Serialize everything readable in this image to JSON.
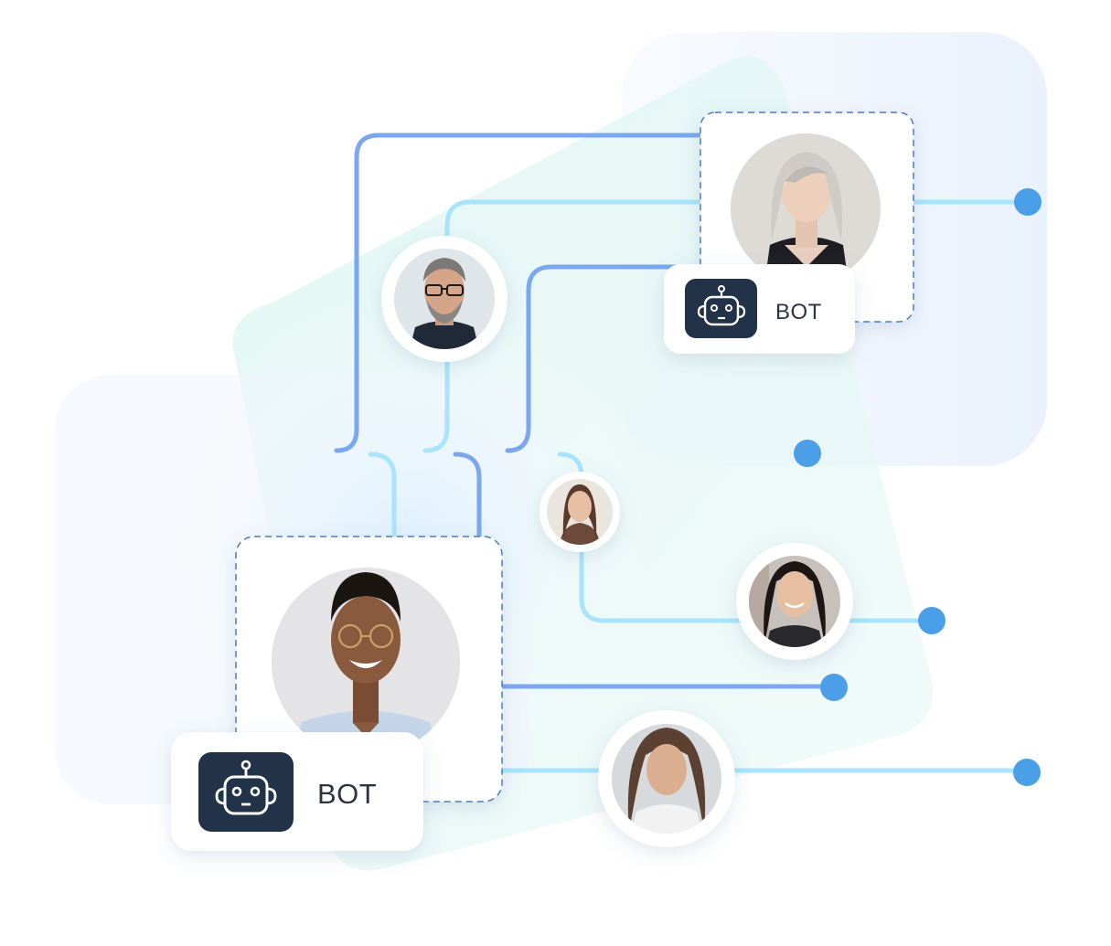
{
  "colors": {
    "line_blue": "#7aa7f0",
    "line_cyan": "#a8e4fb",
    "dot_blue": "#4a9fe8",
    "bot_tile": "#213249",
    "label_text": "#2c3442"
  },
  "cards": [
    {
      "name": "bot-card-top",
      "label": "BOT",
      "icon": "robot-icon"
    },
    {
      "name": "bot-card-bottom",
      "label": "BOT",
      "icon": "robot-icon"
    }
  ],
  "avatars": [
    {
      "name": "avatar-woman-silver-hair"
    },
    {
      "name": "avatar-man-glasses-gray-beard"
    },
    {
      "name": "avatar-woman-brown-hair-small"
    },
    {
      "name": "avatar-woman-black-hair"
    },
    {
      "name": "avatar-man-round-glasses"
    },
    {
      "name": "avatar-woman-long-brown-hair"
    }
  ],
  "endpoints": [
    {
      "name": "endpoint-dot-1"
    },
    {
      "name": "endpoint-dot-2"
    },
    {
      "name": "endpoint-dot-3"
    },
    {
      "name": "endpoint-dot-4"
    },
    {
      "name": "endpoint-dot-5"
    }
  ]
}
